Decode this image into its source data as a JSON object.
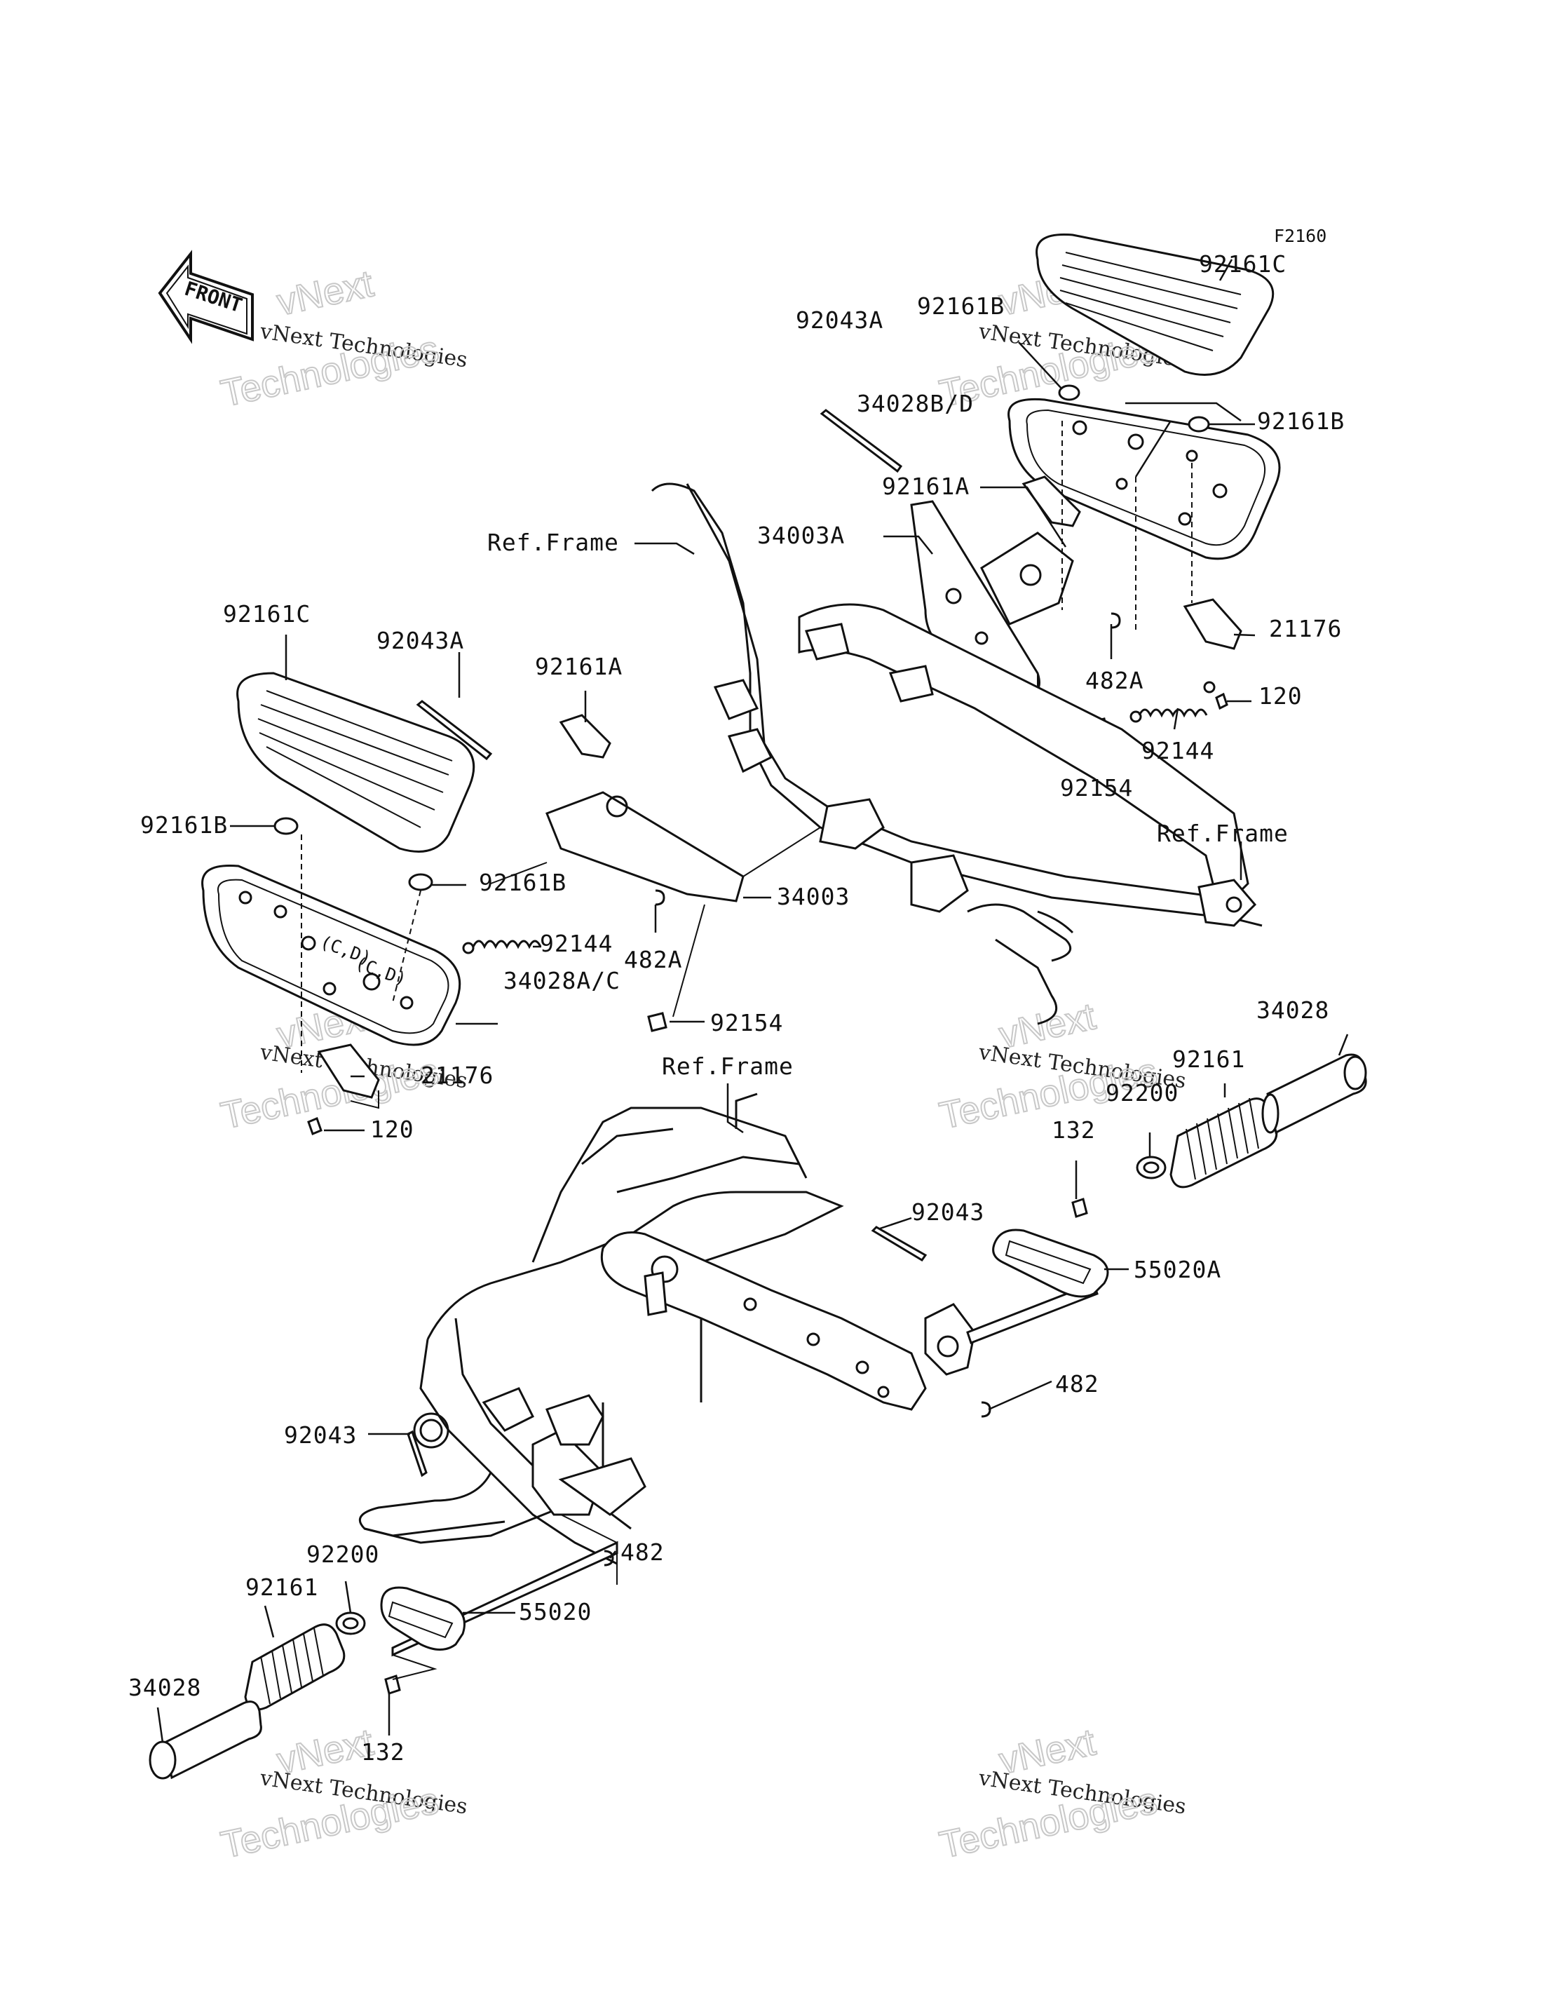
{
  "figure_code": "F2160",
  "front_label": "FRONT",
  "watermark": {
    "line1": "vNext",
    "line2": "vNext Technologies",
    "line3": "Technologies"
  },
  "labels": {
    "p92161C_r": "92161C",
    "p92161B_r1": "92161B",
    "p92043A_r": "92043A",
    "p34028BD": "34028B/D",
    "p92161B_r2": "92161B",
    "p92161A_r": "92161A",
    "p34003A": "34003A",
    "ref_frame_1": "Ref.Frame",
    "p21176_r": "21176",
    "p482A_r": "482A",
    "p120_r": "120",
    "p92144_r": "92144",
    "p92154_r": "92154",
    "ref_frame_2": "Ref.Frame",
    "p92161C_l": "92161C",
    "p92043A_l": "92043A",
    "p92161A_l": "92161A",
    "p92161B_l1": "92161B",
    "p92161B_l2": "92161B",
    "p34003": "34003",
    "p92144_l": "92144",
    "p482A_l": "482A",
    "p34028AC": "34028A/C",
    "p92154_l": "92154",
    "p21176_l": "21176",
    "p120_l": "120",
    "ref_frame_3": "Ref.Frame",
    "p34028_r": "34028",
    "p92161_r": "92161",
    "p92200_r": "92200",
    "p132_r": "132",
    "p92043_r": "92043",
    "p55020A": "55020A",
    "p482_r": "482",
    "p92043_l": "92043",
    "p482_l": "482",
    "p92200_l": "92200",
    "p92161_l": "92161",
    "p55020": "55020",
    "p34028_l": "34028",
    "p132_l": "132"
  }
}
